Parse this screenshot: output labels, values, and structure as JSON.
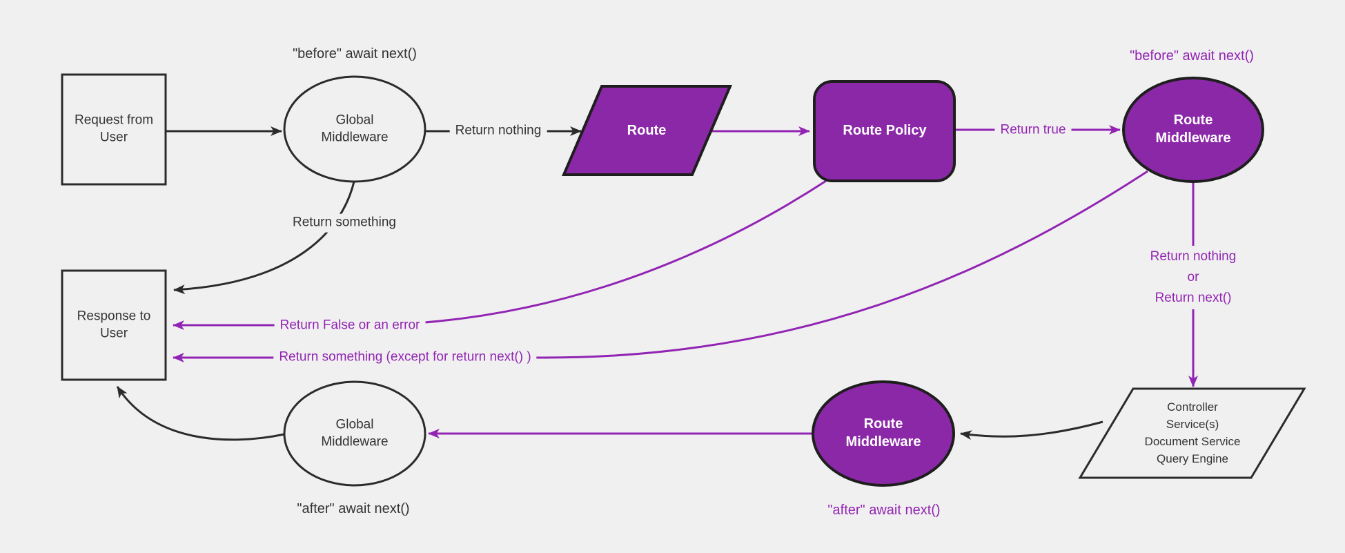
{
  "colors": {
    "background": "#f0f0f0",
    "dark": "#2b2b2b",
    "text_dark": "#333333",
    "purple": "#9224b3",
    "purple_fill": "#8b28a7",
    "text_white": "#ffffff"
  },
  "nodes": {
    "request": "Request from\nUser",
    "global_mw_top": "Global\nMiddleware",
    "route": "Route",
    "route_policy": "Route Policy",
    "route_mw_top": "Route\nMiddleware",
    "controller": "Controller\nService(s)\nDocument Service\nQuery Engine",
    "route_mw_bottom": "Route\nMiddleware",
    "global_mw_bottom": "Global\nMiddleware",
    "response": "Response to\nUser"
  },
  "edge_labels": {
    "return_nothing": "Return nothing",
    "return_true": "Return true",
    "return_something": "Return something",
    "return_false_or_error": "Return False or an error",
    "return_something_except": "Return something (except for return next() )",
    "return_nothing_or_next": "Return nothing\nor\nReturn next()"
  },
  "annotations": {
    "before_global": "\"before\" await next()",
    "before_route": "\"before\" await next()",
    "after_route": "\"after\" await next()",
    "after_global": "\"after\" await next()"
  }
}
